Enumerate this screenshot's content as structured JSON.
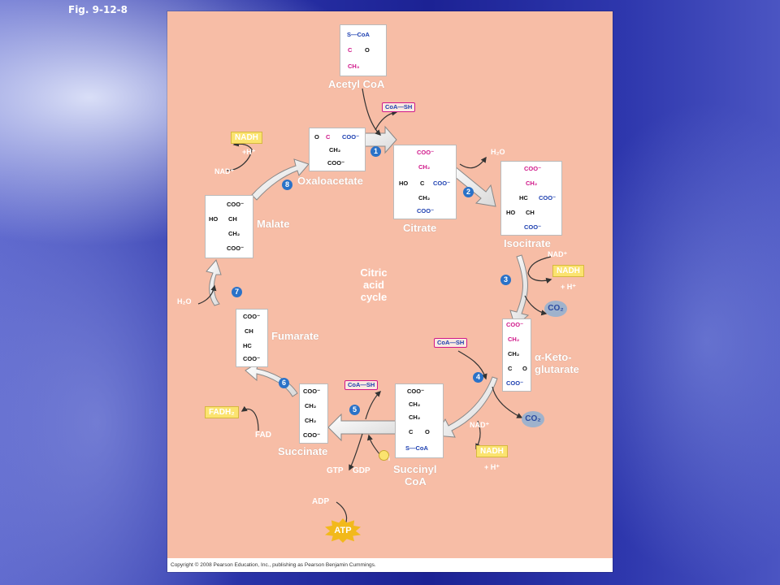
{
  "figure_label": "Fig. 9-12-8",
  "cycle_label": [
    "Citric",
    "acid",
    "cycle"
  ],
  "copyright": "Copyright © 2008 Pearson Education, Inc., publishing as Pearson Benjamin Cummings.",
  "molecules": {
    "acetyl_coa": {
      "name": "Acetyl CoA",
      "s_coa": "S—CoA",
      "c_o": "C",
      "o": "O",
      "ch3": "CH₃"
    },
    "oxaloacetate": {
      "name": "Oxaloacetate",
      "o": "O",
      "c": "C",
      "coo1": "COO⁻",
      "ch2": "CH₂",
      "coo2": "COO⁻"
    },
    "citrate": {
      "name": "Citrate",
      "coo1": "COO⁻",
      "ch2a": "CH₂",
      "ho": "HO",
      "c": "C",
      "coo2": "COO⁻",
      "ch2b": "CH₂",
      "coo3": "COO⁻"
    },
    "isocitrate": {
      "name": "Isocitrate",
      "coo1": "COO⁻",
      "ch2": "CH₂",
      "hc": "HC",
      "coo2": "COO⁻",
      "ho": "HO",
      "ch": "CH",
      "coo3": "COO⁻"
    },
    "malate": {
      "name": "Malate",
      "coo1": "COO⁻",
      "ho": "HO",
      "ch": "CH",
      "ch2": "CH₂",
      "coo2": "COO⁻"
    },
    "fumarate": {
      "name": "Fumarate",
      "coo1": "COO⁻",
      "ch": "CH",
      "hc": "HC",
      "coo2": "COO⁻"
    },
    "akg": {
      "name1": "α-Keto-",
      "name2": "glutarate",
      "coo1": "COO⁻",
      "ch2a": "CH₂",
      "ch2b": "CH₂",
      "c": "C",
      "o": "O",
      "coo2": "COO⁻"
    },
    "succinate": {
      "name": "Succinate",
      "coo1": "COO⁻",
      "ch2a": "CH₂",
      "ch2b": "CH₂",
      "coo2": "COO⁻"
    },
    "succinyl_coa": {
      "name1": "Succinyl",
      "name2": "CoA",
      "coo": "COO⁻",
      "ch2a": "CH₂",
      "ch2b": "CH₂",
      "c": "C",
      "o": "O",
      "s_coa": "S—CoA"
    }
  },
  "cofactors": {
    "coa_sh_1": "CoA—SH",
    "coa_sh_2": "CoA—SH",
    "coa_sh_3": "CoA—SH",
    "h2o_1": "H₂O",
    "h2o_2": "H₂O",
    "nad_1": "NAD⁺",
    "nadh_1": "NADH",
    "h_1": "+ H⁺",
    "co2_1": "CO₂",
    "nad_2": "NAD⁺",
    "nadh_2": "NADH",
    "h_2": "+ H⁺",
    "co2_2": "CO₂",
    "gtp": "GTP",
    "gdp": "GDP",
    "adp": "ADP",
    "atp": "ATP",
    "pi": "i",
    "fad": "FAD",
    "fadh2": "FADH₂",
    "nad_8": "NAD⁺",
    "nadh_8": "NADH",
    "h_8": "+H⁺"
  },
  "steps": [
    "1",
    "2",
    "3",
    "4",
    "5",
    "6",
    "7",
    "8"
  ]
}
